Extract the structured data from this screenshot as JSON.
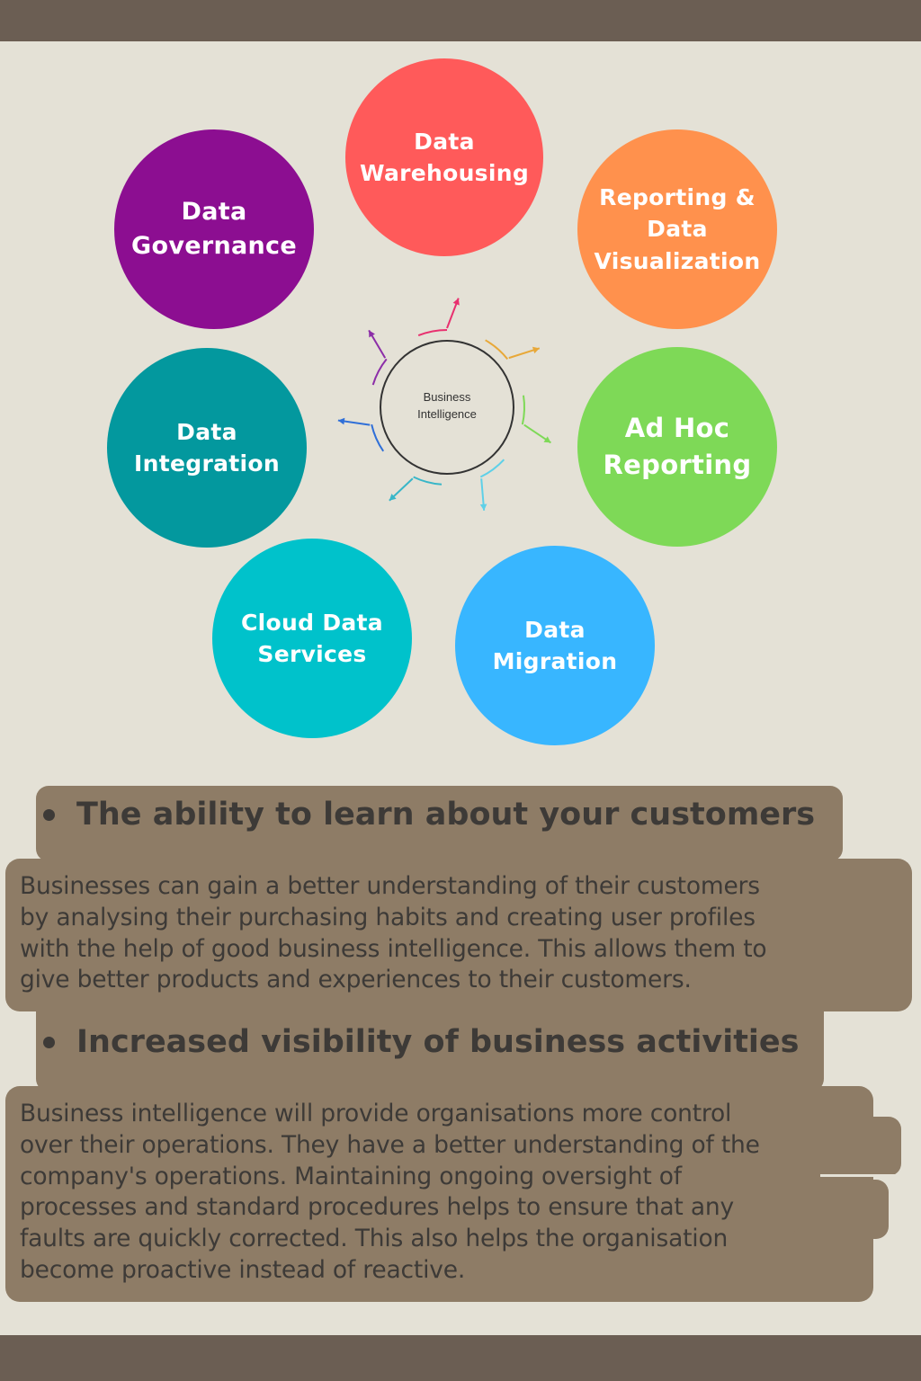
{
  "diagram": {
    "hub_label": "Business\nIntelligence",
    "nodes": [
      {
        "label": "Data\nWarehousing",
        "color": "#ff5a5a"
      },
      {
        "label": "Reporting &\nData\nVisualization",
        "color": "#ff914d"
      },
      {
        "label": "Ad Hoc\nReporting",
        "color": "#7ed957"
      },
      {
        "label": "Data\nMigration",
        "color": "#38b6ff"
      },
      {
        "label": "Cloud Data\nServices",
        "color": "#00c2cb"
      },
      {
        "label": "Data\nIntegration",
        "color": "#03989e"
      },
      {
        "label": "Data\nGovernance",
        "color": "#8c0e91"
      }
    ],
    "arrow_colors": [
      "#e8306f",
      "#e8a838",
      "#7ed957",
      "#5ed0e8",
      "#38b6c8",
      "#2f6fd8",
      "#8c2ea8"
    ]
  },
  "sections": [
    {
      "heading": "The ability to learn about your customers",
      "body": "Businesses can gain a better understanding of their customers\nby analysing their purchasing habits and creating user profiles\nwith the help of good business intelligence. This allows them to\ngive better products and experiences to their customers."
    },
    {
      "heading": "Increased visibility of business activities",
      "body": "Business intelligence will provide organisations more control\nover their operations. They have a better understanding of the\ncompany's operations. Maintaining ongoing oversight of\nprocesses and standard procedures helps to ensure that any\nfaults are quickly corrected. This also helps the organisation\nbecome proactive instead of reactive."
    }
  ],
  "colors": {
    "band": "#6b5e53",
    "background": "#e4e1d6",
    "panel": "#8e7c66",
    "text": "#3d3a37"
  }
}
